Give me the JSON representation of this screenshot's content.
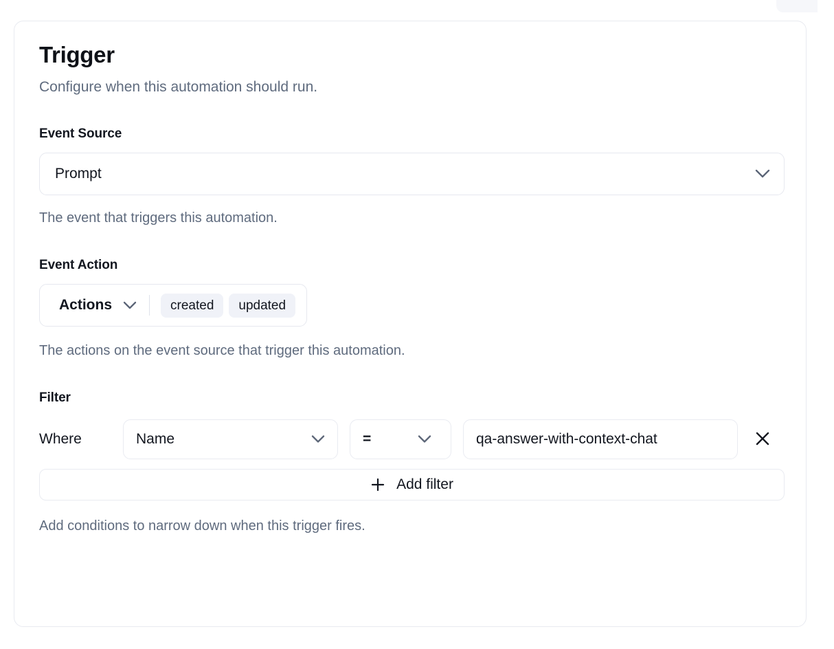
{
  "card": {
    "title": "Trigger",
    "subtitle": "Configure when this automation should run."
  },
  "event_source": {
    "label": "Event Source",
    "selected": "Prompt",
    "helper": "The event that triggers this automation.",
    "chevron_icon": "chevron-down-icon"
  },
  "event_action": {
    "label": "Event Action",
    "trigger_label": "Actions",
    "badges": [
      "created",
      "updated"
    ],
    "helper": "The actions on the event source that trigger this automation.",
    "chevron_icon": "chevron-down-icon"
  },
  "filter": {
    "label": "Filter",
    "where_label": "Where",
    "field_value": "Name",
    "operator_value": "=",
    "value_text": "qa-answer-with-context-chat",
    "remove_icon": "close-icon",
    "add_filter_label": "Add filter",
    "add_filter_icon": "plus-icon",
    "helper": "Add conditions to narrow down when this trigger fires."
  },
  "colors": {
    "text_primary": "#12161f",
    "text_muted": "#5f6b7e",
    "border": "#e6e8ef",
    "badge_bg": "#f0f2f8",
    "chevron": "#5b6577"
  }
}
